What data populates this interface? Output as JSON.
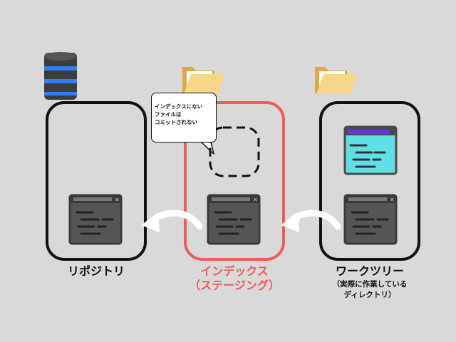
{
  "diagram": {
    "repository": {
      "label": "リポジトリ"
    },
    "index": {
      "label_line1": "インデックス",
      "label_line2": "（ステージング）"
    },
    "worktree": {
      "label": "ワークツリー",
      "sub_line1": "（実際に作業している",
      "sub_line2": "ディレクトリ）"
    },
    "callout": {
      "line1": "インデックスにない",
      "line2": "ファイルは",
      "line3": "コミットされない"
    },
    "colors": {
      "accent": "#f05a5a",
      "window_gray": "#555555",
      "cyan": "#5ee0e6",
      "purple": "#6a33e8",
      "folder": "#f7d68a",
      "db_dark": "#3d3d3d",
      "db_blue": "#2f7ff0"
    }
  }
}
